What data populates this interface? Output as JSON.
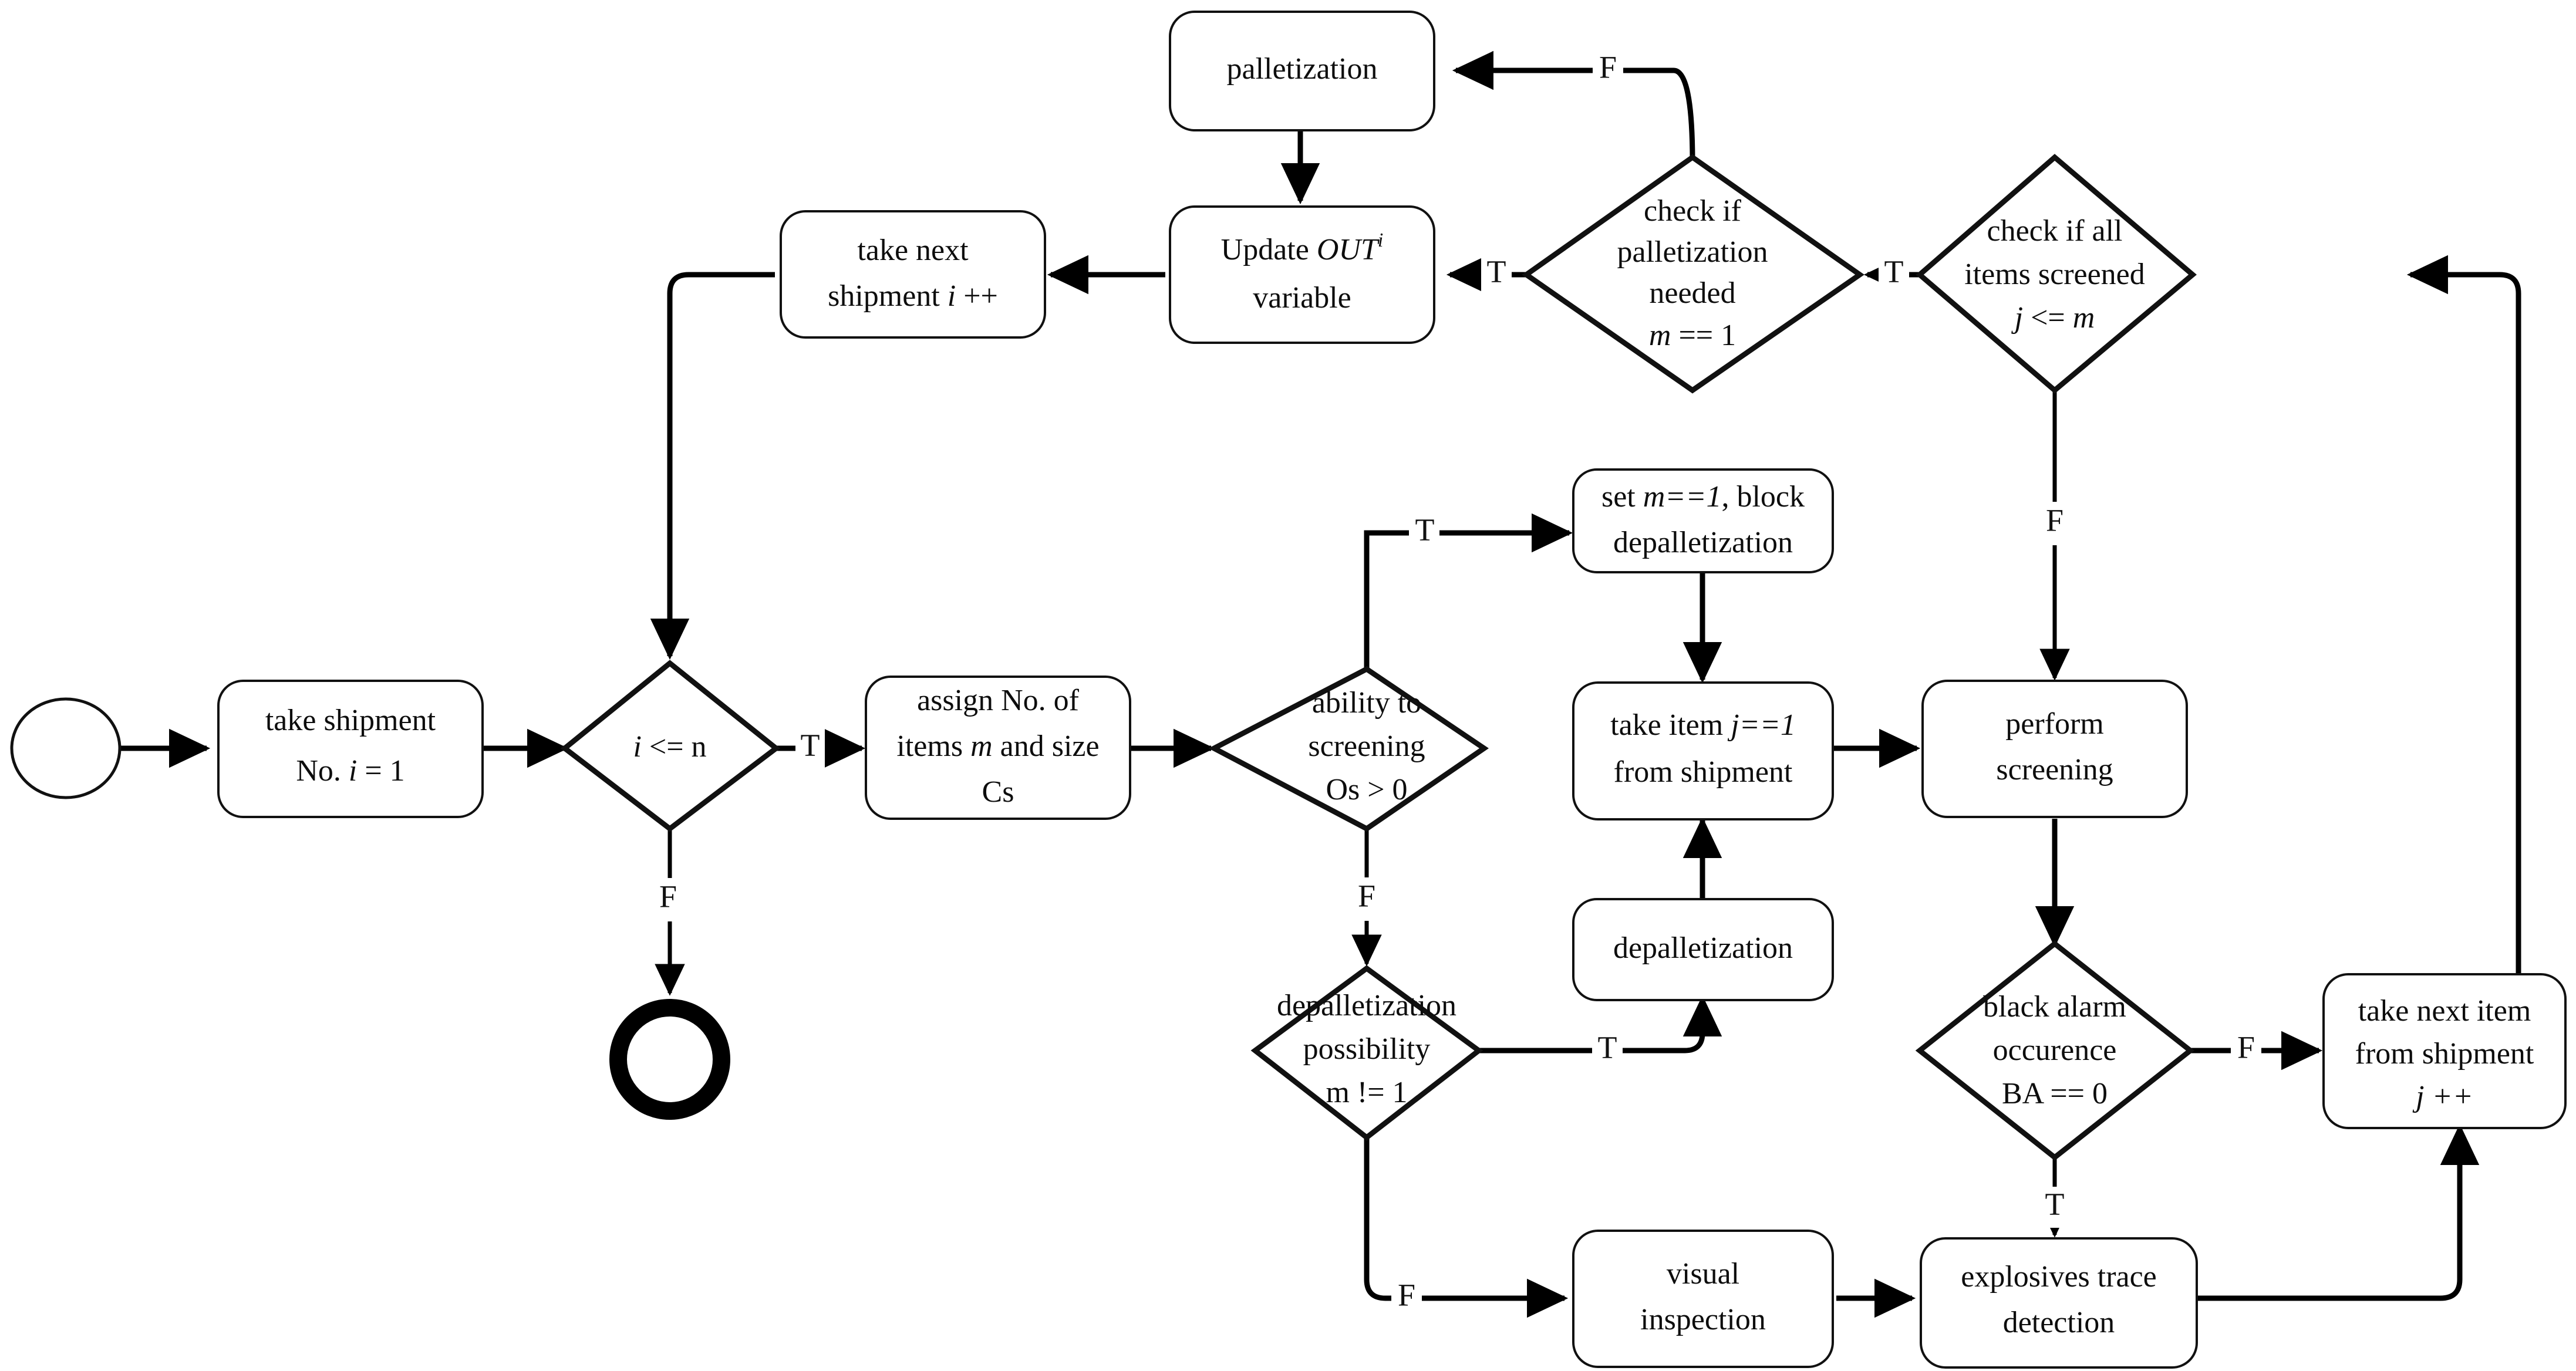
{
  "diagram": {
    "title": "Baggage/cargo shipment screening process flowchart",
    "colors": {
      "stroke": "#000000",
      "fill": "#ffffff",
      "text": "#0d0d0d"
    },
    "nodes": [
      {
        "id": "start",
        "type": "start-circle",
        "label": ""
      },
      {
        "id": "take_shipment",
        "type": "process",
        "lines": [
          "take shipment",
          "No.  i = 1"
        ]
      },
      {
        "id": "i_le_n",
        "type": "decision",
        "lines": [
          "i <= n"
        ]
      },
      {
        "id": "end",
        "type": "end-circle",
        "label": ""
      },
      {
        "id": "assign_items",
        "type": "process",
        "lines": [
          "assign No. of",
          "items m and size",
          "Cs"
        ]
      },
      {
        "id": "ability_screen",
        "type": "decision",
        "lines": [
          "ability to",
          "screening",
          "Os > 0"
        ]
      },
      {
        "id": "set_m_block",
        "type": "process",
        "lines": [
          "set m==1, block",
          "depalletization"
        ]
      },
      {
        "id": "take_item_j1",
        "type": "process",
        "lines": [
          "take item j==1",
          "from shipment"
        ]
      },
      {
        "id": "perform_screen",
        "type": "process",
        "lines": [
          "perform",
          "screening"
        ]
      },
      {
        "id": "depal_possible",
        "type": "decision",
        "lines": [
          "depalletization",
          "possibility",
          "m != 1"
        ]
      },
      {
        "id": "depalletization",
        "type": "process",
        "lines": [
          "depalletization"
        ]
      },
      {
        "id": "black_alarm",
        "type": "decision",
        "lines": [
          "black alarm",
          "occurence",
          "BA == 0"
        ]
      },
      {
        "id": "take_next_item",
        "type": "process",
        "lines": [
          "take next item",
          "from shipment",
          "j ++"
        ]
      },
      {
        "id": "visual_insp",
        "type": "process",
        "lines": [
          "visual",
          "inspection"
        ]
      },
      {
        "id": "explosives",
        "type": "process",
        "lines": [
          "explosives trace",
          "detection"
        ]
      },
      {
        "id": "check_all_items",
        "type": "decision",
        "lines": [
          "check if all",
          "items  screened",
          "j <= m"
        ]
      },
      {
        "id": "check_pallet",
        "type": "decision",
        "lines": [
          "check if",
          "palletization",
          "needed",
          "m == 1"
        ]
      },
      {
        "id": "palletization",
        "type": "process",
        "lines": [
          "palletization"
        ]
      },
      {
        "id": "update_out",
        "type": "process",
        "lines": [
          "Update OUT",
          "variable"
        ],
        "superscript": "i"
      },
      {
        "id": "take_next_ship",
        "type": "process",
        "lines": [
          "take next",
          "shipment i ++"
        ]
      }
    ],
    "node_text": {
      "take_shipment_l1": "take shipment",
      "take_shipment_l2a": "No.  ",
      "take_shipment_l2b": "i",
      "take_shipment_l2c": " = 1",
      "i_le_n_a": "i",
      "i_le_n_b": " <= n",
      "assign_l1": "assign No. of",
      "assign_l2a": "items ",
      "assign_l2b": "m",
      "assign_l2c": " and size",
      "assign_l3": "Cs",
      "ability_l1": "ability to",
      "ability_l2": "screening",
      "ability_l3": "Os > 0",
      "setm_l1a": "set ",
      "setm_l1b": "m==1",
      "setm_l1c": ", block",
      "setm_l2": "depalletization",
      "takeitem_l1a": "take item ",
      "takeitem_l1b": "j==1",
      "takeitem_l2": "from shipment",
      "perform_l1": "perform",
      "perform_l2": "screening",
      "depalpos_l1": "depalletization",
      "depalpos_l2": "possibility",
      "depalpos_l3": "m != 1",
      "depal_l1": "depalletization",
      "blackalarm_l1": "black alarm",
      "blackalarm_l2": "occurence",
      "blackalarm_l3": "BA == 0",
      "takenext_l1": "take next item",
      "takenext_l2": "from shipment",
      "takenext_l3": "j ++",
      "visual_l1": "visual",
      "visual_l2": "inspection",
      "explo_l1": "explosives trace",
      "explo_l2": "detection",
      "checkall_l1": "check if all",
      "checkall_l2": "items  screened",
      "checkall_l3a": "j",
      "checkall_l3b": " <= ",
      "checkall_l3c": "m",
      "checkpal_l1": "check if",
      "checkpal_l2": "palletization",
      "checkpal_l3": "needed",
      "checkpal_l4a": "m",
      "checkpal_l4b": " == 1",
      "pallet_l1": "palletization",
      "update_l1a": "Update ",
      "update_l1b": "OUT",
      "update_l1sup": "i",
      "update_l2": "variable",
      "takenextship_l1": "take next",
      "takenextship_l2a": "shipment ",
      "takenextship_l2b": "i",
      "takenextship_l2c": " ++"
    },
    "edge_labels": {
      "i_le_n_true": "T",
      "i_le_n_false": "F",
      "ability_true": "T",
      "ability_false": "F",
      "depal_true": "T",
      "depal_false": "F",
      "blackalarm_false": "F",
      "blackalarm_true": "T",
      "checkall_true": "T",
      "checkall_false": "F",
      "checkpal_true": "T",
      "checkpal_false": "F"
    },
    "edges": [
      {
        "from": "start",
        "to": "take_shipment",
        "label": ""
      },
      {
        "from": "take_shipment",
        "to": "i_le_n",
        "label": ""
      },
      {
        "from": "i_le_n",
        "to": "assign_items",
        "label": "T"
      },
      {
        "from": "i_le_n",
        "to": "end",
        "label": "F"
      },
      {
        "from": "assign_items",
        "to": "ability_screen",
        "label": ""
      },
      {
        "from": "ability_screen",
        "to": "set_m_block",
        "label": "T"
      },
      {
        "from": "ability_screen",
        "to": "depal_possible",
        "label": "F"
      },
      {
        "from": "set_m_block",
        "to": "take_item_j1",
        "label": ""
      },
      {
        "from": "take_item_j1",
        "to": "perform_screen",
        "label": ""
      },
      {
        "from": "depal_possible",
        "to": "depalletization",
        "label": "T"
      },
      {
        "from": "depal_possible",
        "to": "visual_insp",
        "label": "F"
      },
      {
        "from": "depalletization",
        "to": "take_item_j1",
        "label": ""
      },
      {
        "from": "perform_screen",
        "to": "black_alarm",
        "label": ""
      },
      {
        "from": "black_alarm",
        "to": "take_next_item",
        "label": "F"
      },
      {
        "from": "black_alarm",
        "to": "explosives",
        "label": "T"
      },
      {
        "from": "visual_insp",
        "to": "explosives",
        "label": ""
      },
      {
        "from": "explosives",
        "to": "take_next_item",
        "label": ""
      },
      {
        "from": "take_next_item",
        "to": "check_all_items",
        "label": ""
      },
      {
        "from": "check_all_items",
        "to": "perform_screen",
        "label": "F"
      },
      {
        "from": "check_all_items",
        "to": "check_pallet",
        "label": "T"
      },
      {
        "from": "check_pallet",
        "to": "palletization",
        "label": "F"
      },
      {
        "from": "check_pallet",
        "to": "update_out",
        "label": "T"
      },
      {
        "from": "palletization",
        "to": "update_out",
        "label": ""
      },
      {
        "from": "update_out",
        "to": "take_next_ship",
        "label": ""
      },
      {
        "from": "take_next_ship",
        "to": "i_le_n",
        "label": ""
      }
    ]
  }
}
